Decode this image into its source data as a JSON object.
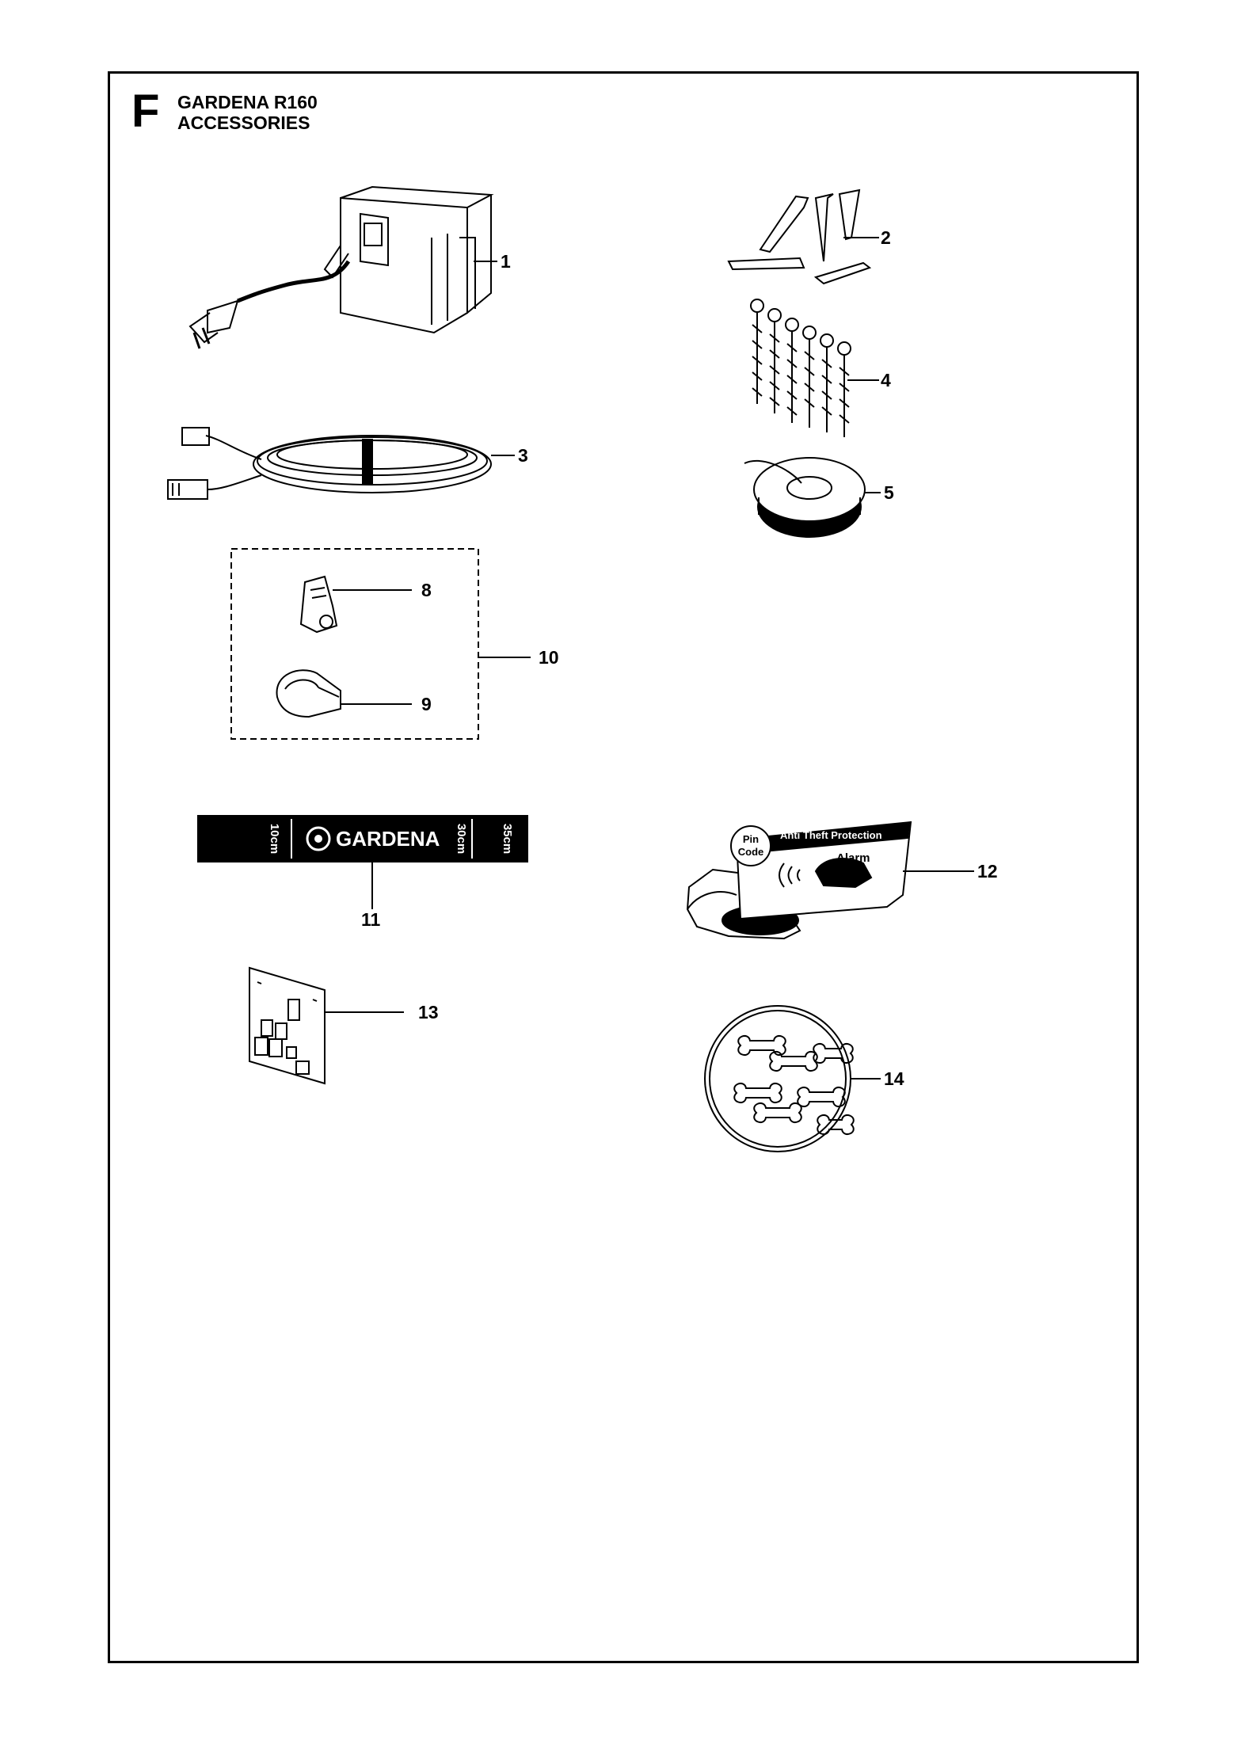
{
  "section": "F",
  "title_line1": "GARDENA R160",
  "title_line2": "ACCESSORIES",
  "ruler": {
    "brand": "GARDENA",
    "mark1": "10cm",
    "mark2": "30cm",
    "mark3": "35cm"
  },
  "sign": {
    "pin": "Pin",
    "code": "Code",
    "protection": "Anti Theft Protection",
    "alarm": "Alarm"
  },
  "callouts": [
    "1",
    "2",
    "3",
    "4",
    "5",
    "8",
    "9",
    "10",
    "11",
    "12",
    "13",
    "14"
  ]
}
